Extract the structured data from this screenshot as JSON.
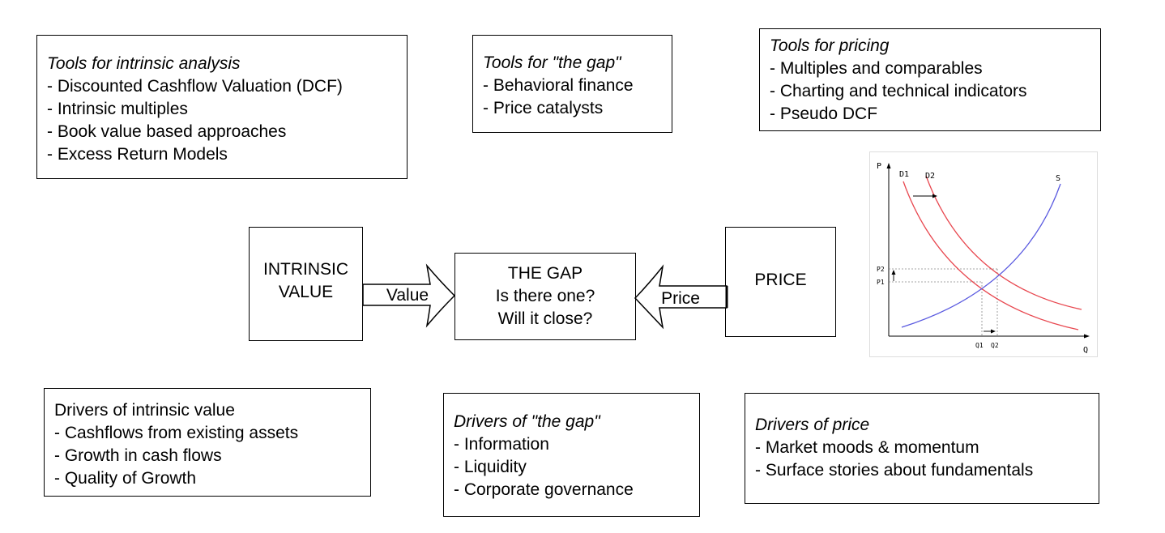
{
  "tools_intrinsic": {
    "title": "Tools for intrinsic analysis",
    "items": [
      "- Discounted Cashflow Valuation (DCF)",
      "- Intrinsic multiples",
      "- Book value based approaches",
      "- Excess Return Models"
    ]
  },
  "tools_gap": {
    "title": "Tools for \"the gap\"",
    "items": [
      "- Behavioral finance",
      "- Price catalysts"
    ]
  },
  "tools_pricing": {
    "title": "Tools for pricing",
    "items": [
      "- Multiples and comparables",
      "- Charting and technical indicators",
      "- Pseudo DCF"
    ]
  },
  "intrinsic_value": {
    "line1": "INTRINSIC",
    "line2": "VALUE"
  },
  "the_gap": {
    "line1": "THE GAP",
    "line2": "Is there one?",
    "line3": "Will it close?"
  },
  "price": {
    "label": "PRICE"
  },
  "arrows": {
    "value": "Value",
    "price": "Price"
  },
  "drivers_intrinsic": {
    "title": "Drivers of intrinsic value",
    "items": [
      "- Cashflows from existing assets",
      "- Growth in cash flows",
      "- Quality of Growth"
    ]
  },
  "drivers_gap": {
    "title": "Drivers of \"the gap\"",
    "items": [
      "- Information",
      "- Liquidity",
      "- Corporate governance"
    ]
  },
  "drivers_price": {
    "title": "Drivers of price",
    "items": [
      "- Market moods & momentum",
      "- Surface stories about fundamentals"
    ]
  },
  "sd_chart": {
    "axis_p": "P",
    "axis_q": "Q",
    "d1": "D1",
    "d2": "D2",
    "s": "S",
    "p1": "P1",
    "p2": "P2",
    "q1": "Q1",
    "q2": "Q2",
    "colors": {
      "demand": "#e8474f",
      "supply": "#5a5ae0"
    }
  }
}
